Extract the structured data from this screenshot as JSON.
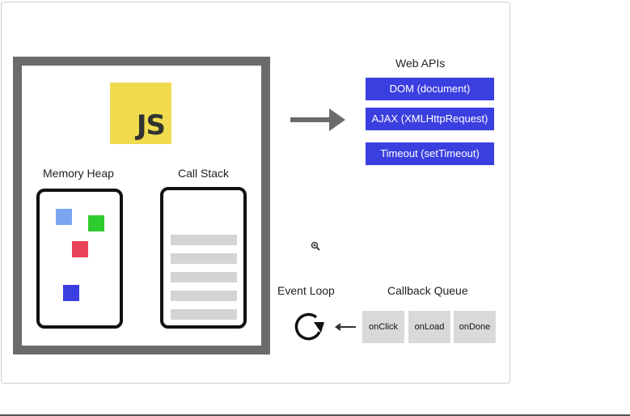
{
  "engine": {
    "logo_text": "JS",
    "memory_heap_label": "Memory Heap",
    "call_stack_label": "Call Stack",
    "heap_blocks": [
      {
        "color": "#7aa6f0"
      },
      {
        "color": "#2ecc2e"
      },
      {
        "color": "#e84357"
      },
      {
        "color": "#3b3fe0"
      }
    ],
    "stack_frame_count": 5,
    "logo_color": "#f0db4f",
    "border_color": "#6b6b6b"
  },
  "web_apis": {
    "title": "Web APIs",
    "items": [
      {
        "label": "DOM (document)"
      },
      {
        "label": "AJAX (XMLHttpRequest)"
      },
      {
        "label": "Timeout (setTimeout)"
      }
    ],
    "box_color": "#3b3fe0"
  },
  "event_loop": {
    "label": "Event Loop",
    "icon": "refresh-icon"
  },
  "callback_queue": {
    "title": "Callback Queue",
    "items": [
      {
        "label": "onClick"
      },
      {
        "label": "onLoad"
      },
      {
        "label": "onDone"
      }
    ],
    "box_color": "#d9d9d9"
  },
  "cursor": {
    "icon": "zoom-in-icon"
  }
}
